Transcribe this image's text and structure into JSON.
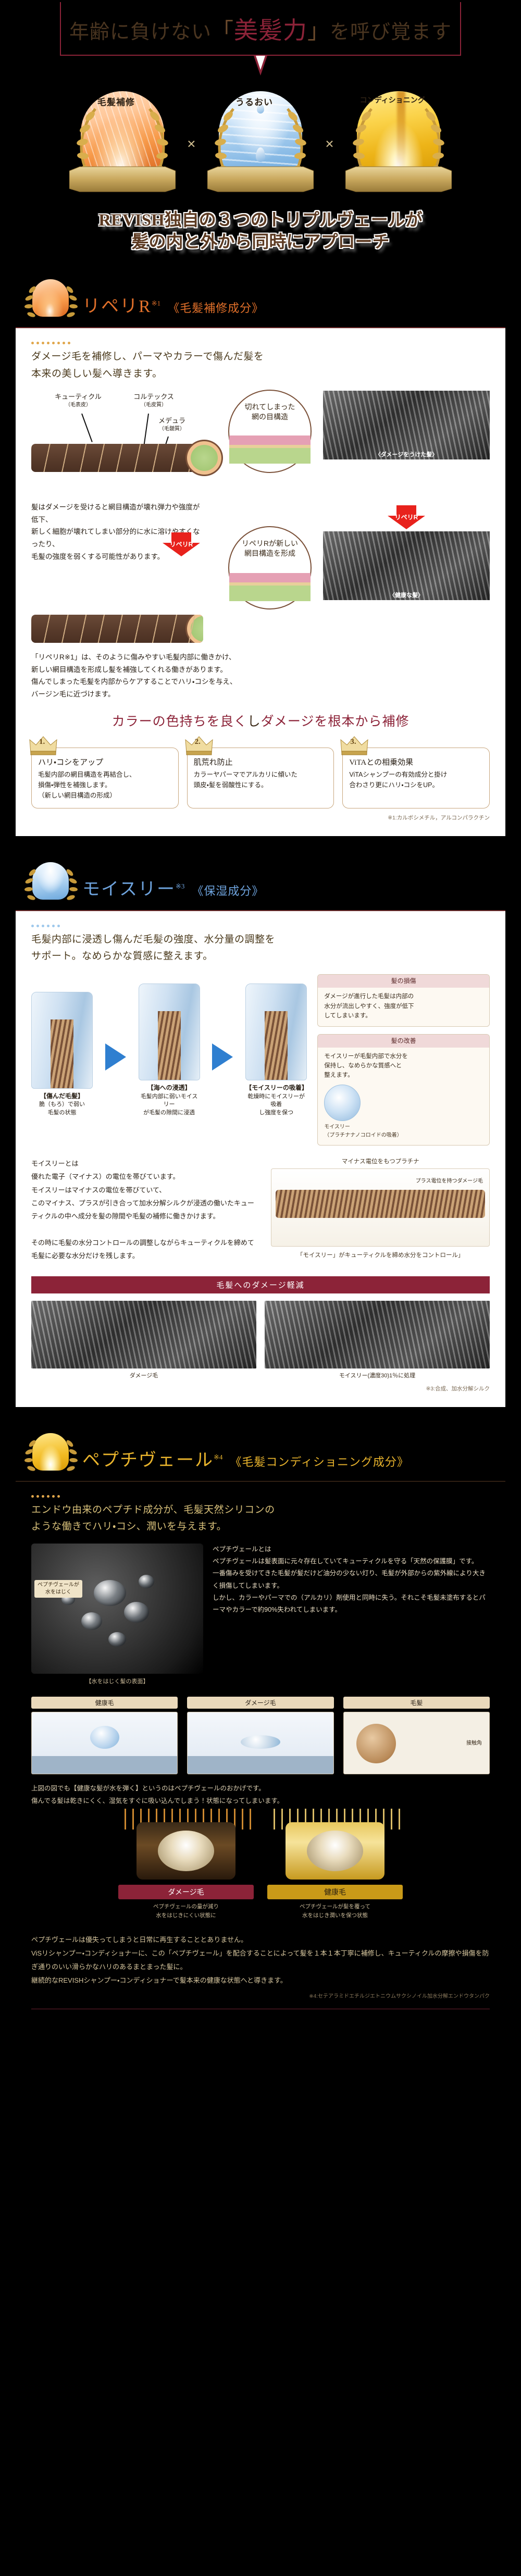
{
  "hero": {
    "line_pre": "年齢に負けない",
    "bracket_open": "「",
    "accent": "美髪力",
    "bracket_close": "」",
    "line_post": "を呼び覚ます"
  },
  "badges": {
    "separator": "×",
    "items": [
      {
        "label": "毛髪補修",
        "icon": "flame-dome-emblem"
      },
      {
        "label": "うるおい",
        "icon": "water-drop-dome-emblem"
      },
      {
        "label": "コンディショニング",
        "icon": "gold-oil-dome-emblem"
      }
    ]
  },
  "main_headline": {
    "line1": "REVISH独自の３つのトリプルヴェールが",
    "line2": "髪の内と外から同時にアプローチ"
  },
  "section_repeli": {
    "title": "リペリR",
    "sup": "※1",
    "tag": "《毛髪補修成分》",
    "accent_color": "#e1702a",
    "lead": "ダメージ毛を補修し、パーマやカラーで傷んだ髪を\n本来の美しい髪へ導きます。",
    "diagram_labels": {
      "cuticle": "キューティクル",
      "cuticle_sub": "（毛表皮）",
      "cortex": "コルテックス",
      "cortex_sub": "（毛皮質）",
      "medulla": "メデュラ",
      "medulla_sub": "（毛髄質）"
    },
    "callout_damaged": "切れてしまった\n網の目構造",
    "callout_repaired": "リペリRが新しい\n網目構造を形成",
    "arrow_label": "リペリR",
    "sem_damaged_caption": "〈ダメージをうけた髪〉",
    "sem_healthy_caption": "〈健康な髪〉",
    "body_damage": "髪はダメージを受けると網目構造が壊れ弾力や強度が低下、\n新しく細胞が壊れてしまい部分的に水に溶けやすくなったり、\n毛髪の強度を弱くする可能性があります。",
    "body_repair": "「リペリR※1」は、そのように傷みやすい毛髪内部に働きかけ、\n新しい網目構造を形成し髪を補強してくれる働きがあります。\n傷んでしまった毛髪を内部からケアすることでハリ・コシを与え、\nバージン毛に近づけます。",
    "band_left": "カラーの色持ちを良く",
    "band_mid": "し",
    "band_right": "ダメージを根本から補修",
    "boxes": [
      {
        "no": "1.",
        "title": "ハリ・コシをアップ",
        "text": "毛髪内部の網目構造を再結合し、\n損傷・弾性を補強します。\n（新しい網目構造の形成）"
      },
      {
        "no": "2.",
        "title": "肌荒れ防止",
        "text": "カラーヤパーマでアルカリに傾いた\n頭皮・髪を弱酸性にする。"
      },
      {
        "no": "3.",
        "title": "ViTAとの相乗効果",
        "text": "ViTAシャンプーの有効成分と掛け\n合わさり更にハリ・コシをUP。"
      }
    ],
    "footnote": "※1:カルボシメチル，アルコンパラクチン"
  },
  "section_moisly": {
    "title": "モイスリー",
    "sup": "※3",
    "tag": "《保湿成分》",
    "accent_color": "#6ea3dd",
    "lead": "毛髪内部に浸透し傷んだ毛髪の強度、水分量の調整を\nサポート。なめらかな質感に整えます。",
    "cylinders": [
      {
        "title": "【傷んだ毛髪】",
        "text": "脆（もろ）で弱い\n毛髪の状態"
      },
      {
        "title": "【海への浸透】",
        "text": "毛髪内部に弱いモイスリー\nが毛髪の隙間に浸透"
      },
      {
        "title": "【モイスリーの吸着】",
        "text": "乾燥時にモイスリーが吸着\nし強度を保つ"
      }
    ],
    "right_panels": [
      {
        "title": "髪の損傷",
        "text": "ダメージが進行した毛髪は内部の\n水分が流出しやすく、強度が低下\nしてしまいます。"
      },
      {
        "title": "髪の改善",
        "text": "モイスリーが毛髪内部で水分を\n保持し、なめらかな質感へと\n整えます。"
      }
    ],
    "right_small_label": "モイスリー\n（プラチナナノコロイドの吸着）",
    "col_text": "モイスリーとは\n優れた電子（マイナス）の電位を帯びています。\nモイスリーはマイナスの電位を帯びていて、\nこのマイナス、プラスが引き合って加水分解シルクが浸透の働いたキューティクルの中へ成分を髪の隙間や毛髪の補修に働きかけます。\n\nその時に毛髪の水分コントロールの調整しながらキューティクルを締めて毛髪に必要な水分だけを残します。",
    "fig_top_title": "マイナス電位をもつプラチナ",
    "fig_top_label": "プラス電位を持つダメージ毛",
    "fig_bottom_caption": "「モイスリー」がキューティクルを締め水分をコントロール」",
    "damage_band": "毛髪へのダメージ軽減",
    "sem_left_caption": "ダメージ毛",
    "sem_right_caption": "モイスリー(濃度30)1％に処理",
    "footnote": "※3:合成、加水分解シルク"
  },
  "section_pepti": {
    "title": "ペプチヴェール",
    "sup": "※4",
    "tag": "《毛髪コンディショニング成分》",
    "accent_color": "#e8b32c",
    "lead": "エンドウ由来のペプチド成分が、毛髪天然シリコンの\nような働きでハリ・コシ、潤いを与えます。",
    "moon_caption": "【水をはじく髪の表面】",
    "tag_left": "ペプチヴェールが\n水をはじく",
    "note": "ペプチヴェールとは\nペプチヴェールは髪表面に元々存在していてキューティクルを守る「天然の保護膜」です。\n一番傷みを受けてきた毛髪が髪だけど油分の少ない灯り、毛髪が外部からの紫外線により大きく損傷してしまいます。\nしかし、カラーやパーマでの（アルカリ）剤使用と同時に失う。それこそ毛髪未塗布するとパーマやカラーで約90%失われてしまいます。",
    "hair_cards": [
      {
        "title": "健康毛",
        "kind": "healthy-hair-diagram"
      },
      {
        "title": "ダメージ毛",
        "kind": "damaged-hair-diagram"
      },
      {
        "title": "毛髪",
        "kind": "hair-cross-section",
        "sub": "接触角"
      }
    ],
    "mid_text": "上図の図でも【健康な髪が水を弾く】というのはペプチヴェールのおかげです。\n傷んでる髪は乾きにくく、湿気をすぐに吸い込んでしまう！状態になってしまいます。",
    "jars": [
      {
        "label": "ダメージ毛",
        "sub": "ペプチヴェールの量が減り\n水をはじきにくい状態に",
        "kind": "dark-jar"
      },
      {
        "label": "健康毛",
        "sub": "ペプチヴェールが髪を覆って\n水をはじき潤いを保つ状態",
        "kind": "gold-jar"
      }
    ],
    "tail": "ペプチヴェールは優失ってしまうと日常に再生することとありません。\nViSリシャンプー・コンディショナーに、この「ペプチヴェール」を配合することによって髪を１本１本丁寧に補修し、キューティクルの摩擦や損傷を防ぎ通りのいい滑らかなハリのあるまとまった髪に。\n継続的なREVISHシャンプー・コンディショナーで髪本来の健康な状態へと導きます。",
    "footnote": "※4:セテアラミドエチルジエトニウムサクシノイル加水分解エンドウタンパク"
  }
}
